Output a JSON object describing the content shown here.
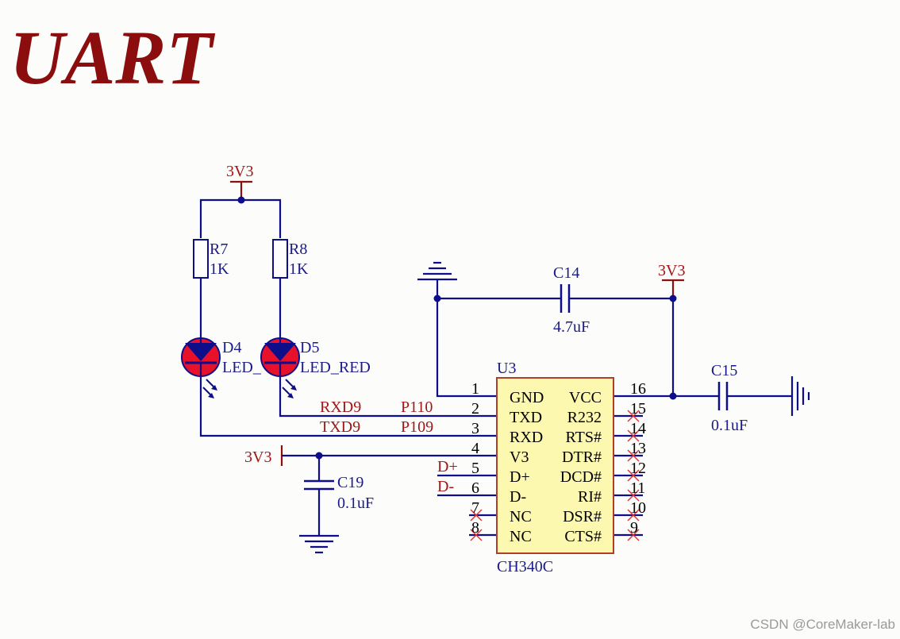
{
  "title": "UART",
  "power": {
    "led_supply": "3V3",
    "c14_supply": "3V3",
    "v3_supply": "3V3"
  },
  "resistors": [
    {
      "ref": "R7",
      "value": "1K"
    },
    {
      "ref": "R8",
      "value": "1K"
    }
  ],
  "leds": [
    {
      "ref": "D4",
      "value": "LED_"
    },
    {
      "ref": "D5",
      "value": "LED_RED"
    }
  ],
  "capacitors": {
    "c14": {
      "ref": "C14",
      "value": "4.7uF"
    },
    "c15": {
      "ref": "C15",
      "value": "0.1uF"
    },
    "c19": {
      "ref": "C19",
      "value": "0.1uF"
    }
  },
  "nets": {
    "rxd": "RXD9",
    "txd": "TXD9",
    "p110": "P110",
    "p109": "P109",
    "dplus": "D+",
    "dminus": "D-"
  },
  "chip": {
    "ref": "U3",
    "part": "CH340C",
    "left_pins": [
      {
        "num": "1",
        "name": "GND"
      },
      {
        "num": "2",
        "name": "TXD"
      },
      {
        "num": "3",
        "name": "RXD"
      },
      {
        "num": "4",
        "name": "V3"
      },
      {
        "num": "5",
        "name": "D+"
      },
      {
        "num": "6",
        "name": "D-"
      },
      {
        "num": "7",
        "name": "NC"
      },
      {
        "num": "8",
        "name": "NC"
      }
    ],
    "right_pins": [
      {
        "num": "16",
        "name": "VCC"
      },
      {
        "num": "15",
        "name": "R232"
      },
      {
        "num": "14",
        "name": "RTS#"
      },
      {
        "num": "13",
        "name": "DTR#"
      },
      {
        "num": "12",
        "name": "DCD#"
      },
      {
        "num": "11",
        "name": "RI#"
      },
      {
        "num": "10",
        "name": "DSR#"
      },
      {
        "num": "9",
        "name": "CTS#"
      }
    ]
  },
  "watermark": "CSDN @CoreMaker-lab",
  "colors": {
    "wire": "#0e0e8a",
    "power": "#8b1010",
    "title": "#8b0d0d",
    "chip_fill": "#fdf8b0",
    "chip_border": "#b04020",
    "led_fill": "#e8112a",
    "no_connect": "#dd3333"
  }
}
